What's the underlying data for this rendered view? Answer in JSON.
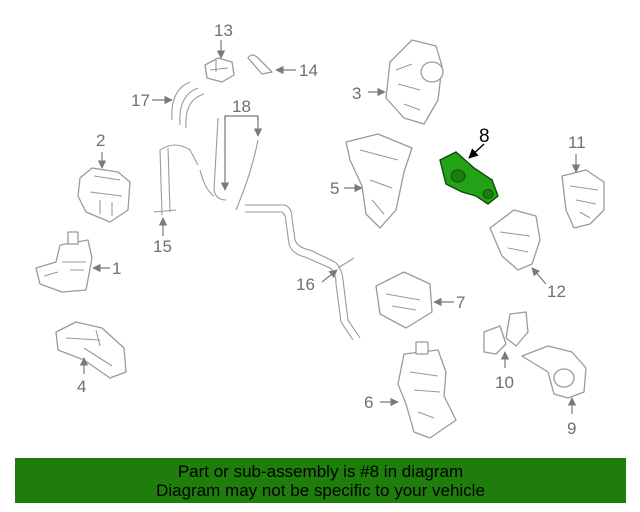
{
  "callouts": {
    "c1": "1",
    "c2": "2",
    "c3": "3",
    "c4": "4",
    "c5": "5",
    "c6": "6",
    "c7": "7",
    "c8": "8",
    "c9": "9",
    "c10": "10",
    "c11": "11",
    "c12": "12",
    "c13": "13",
    "c14": "14",
    "c15": "15",
    "c16": "16",
    "c17": "17",
    "c18": "18"
  },
  "highlight": {
    "part": "8",
    "color": "#22a316"
  },
  "banner": {
    "line1": "Part or sub-assembly is #8 in diagram",
    "line2": "Diagram may not be specific to your vehicle",
    "background": "#1e7d0b"
  },
  "colors": {
    "part_stroke": "#9a9a9a",
    "callout_text": "#6f6f6f"
  }
}
